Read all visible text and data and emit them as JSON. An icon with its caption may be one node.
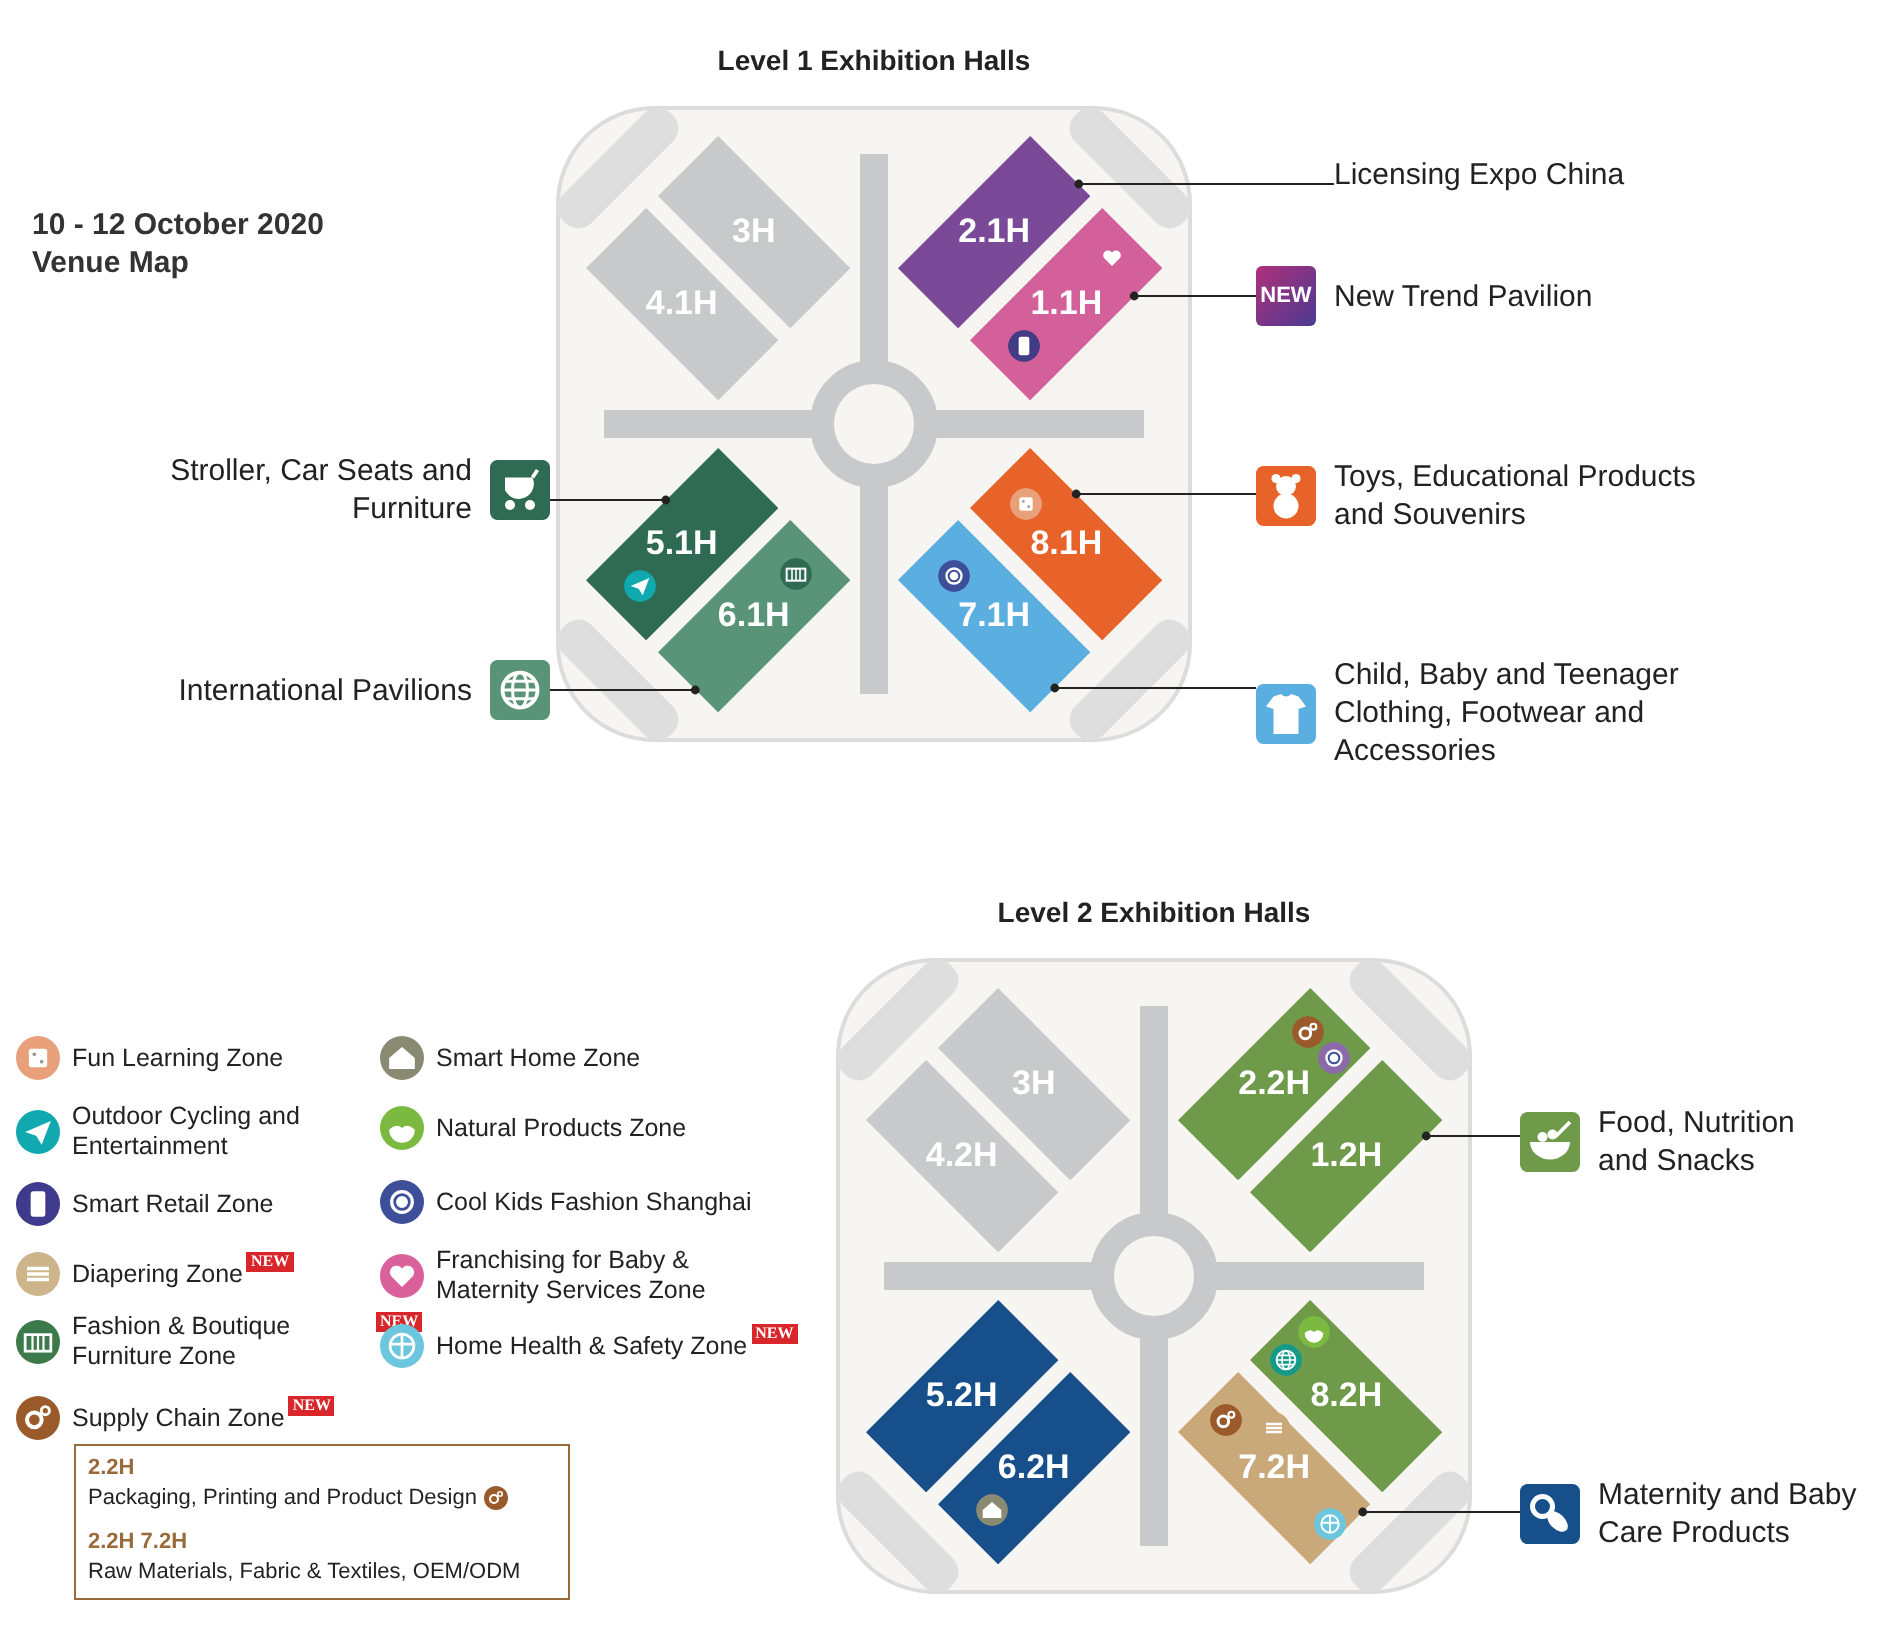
{
  "diagram": {
    "nodes": [
      {
        "text": [
          "Level 1 Exhibition Halls"
        ]
      },
      {
        "text": [
          "3H"
        ],
        "in": 0
      },
      {
        "text": [
          "4.1H"
        ],
        "in": 0
      },
      {
        "text": [
          "2.1H"
        ],
        "in": 0
      },
      {
        "text": [
          "1.1H"
        ],
        "in": 0
      },
      {
        "text": [
          "5.1H"
        ],
        "in": 0
      },
      {
        "text": [
          "6.1H"
        ],
        "in": 0
      },
      {
        "text": [
          "7.1H"
        ],
        "in": 0
      },
      {
        "text": [
          "8.1H"
        ],
        "in": 0
      },
      {
        "text": [
          "Licensing Expo China"
        ]
      },
      {
        "text": [
          "New Trend Pavilion"
        ]
      },
      {
        "text": [
          "Stroller, Car Seats and Furniture"
        ]
      },
      {
        "text": [
          "International Pavilions"
        ]
      },
      {
        "text": [
          "Toys, Educational Products and Souvenirs"
        ]
      },
      {
        "text": [
          "Child, Baby and Teenager Clothing, Footwear and Accessories"
        ]
      },
      {
        "text": [
          "Level 2 Exhibition Halls"
        ]
      },
      {
        "text": [
          "3H"
        ],
        "in": 15
      },
      {
        "text": [
          "4.2H"
        ],
        "in": 15
      },
      {
        "text": [
          "2.2H"
        ],
        "in": 15
      },
      {
        "text": [
          "1.2H"
        ],
        "in": 15
      },
      {
        "text": [
          "5.2H"
        ],
        "in": 15
      },
      {
        "text": [
          "6.2H"
        ],
        "in": 15
      },
      {
        "text": [
          "7.2H"
        ],
        "in": 15
      },
      {
        "text": [
          "8.2H"
        ],
        "in": 15
      },
      {
        "text": [
          "Food, Nutrition and Snacks"
        ]
      },
      {
        "text": [
          "Maternity and Baby Care Products"
        ]
      },
      {
        "text": [
          "2.2H",
          "Packaging, Printing and Product Design",
          "2.2H 7.2H",
          "Raw Materials, Fabric & Textiles, OEM/ODM"
        ]
      }
    ],
    "edges": [
      {
        "from": 9,
        "to": 3,
        "arrow": "other"
      },
      {
        "from": 10,
        "to": 4,
        "arrow": "other"
      },
      {
        "from": 11,
        "to": 5,
        "arrow": "other"
      },
      {
        "from": 12,
        "to": 6,
        "arrow": "other"
      },
      {
        "from": 13,
        "to": 8,
        "arrow": "other"
      },
      {
        "from": 14,
        "to": 7,
        "arrow": "other"
      },
      {
        "from": 24,
        "to": 19,
        "arrow": "other"
      },
      {
        "from": 25,
        "to": 22,
        "arrow": "other"
      }
    ],
    "labels": [
      "10 - 12 October 2020",
      "Venue Map",
      "NEW",
      "NEW",
      "NEW",
      "NEW",
      "NEW"
    ],
    "legend": [
      {
        "text": "Fun Learning Zone"
      },
      {
        "text": "Smart Home Zone"
      },
      {
        "text": "Outdoor Cycling and Entertainment"
      },
      {
        "text": "Natural Products Zone"
      },
      {
        "text": "Smart Retail Zone"
      },
      {
        "text": "Cool Kids Fashion Shanghai"
      },
      {
        "text": "Diapering Zone"
      },
      {
        "text": "Franchising for Baby & Maternity Services Zone"
      },
      {
        "text": "Fashion & Boutique Furniture Zone"
      },
      {
        "text": "Home Health & Safety Zone"
      },
      {
        "text": "Supply Chain Zone"
      }
    ]
  }
}
